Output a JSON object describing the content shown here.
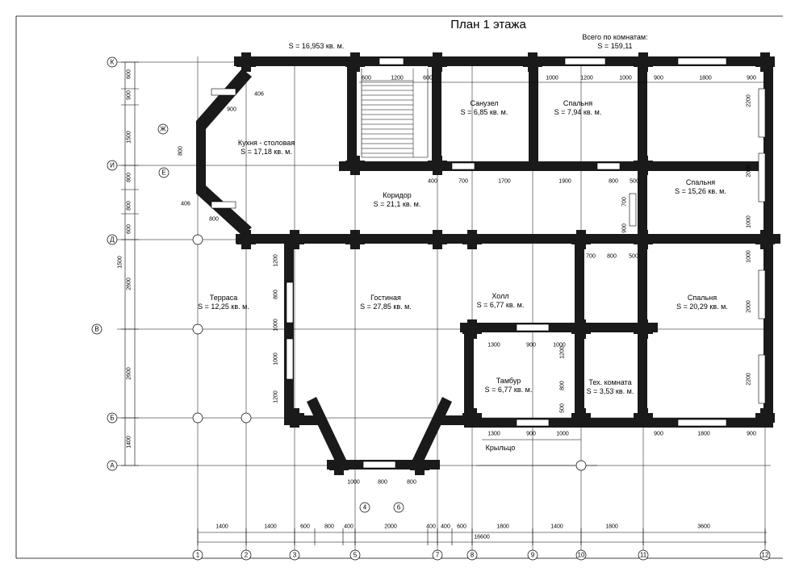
{
  "title": "План 1 этажа",
  "total": {
    "line1": "Всего по комнатам:",
    "line2": "S = 159,11"
  },
  "kitchen_area_top": "S = 16,953 кв. м.",
  "rooms": [
    {
      "id": "kitchen",
      "name": "Кухня - столовая",
      "area": "S = 17,18 кв. м."
    },
    {
      "id": "bath",
      "name": "Санузел",
      "area": "S = 6,85 кв. м."
    },
    {
      "id": "bed1",
      "name": "Спальня",
      "area": "S = 7,94 кв. м."
    },
    {
      "id": "bed2",
      "name": "Спальня",
      "area": "S = 15,26 кв. м."
    },
    {
      "id": "corridor",
      "name": "Коридор",
      "area": "S = 21,1 кв. м."
    },
    {
      "id": "terrace",
      "name": "Терраса",
      "area": "S = 12,25 кв. м."
    },
    {
      "id": "living",
      "name": "Гостиная",
      "area": "S = 27,85 кв. м."
    },
    {
      "id": "hall",
      "name": "Холл",
      "area": "S = 6,77 кв. м."
    },
    {
      "id": "bed3",
      "name": "Спальня",
      "area": "S = 20,29 кв. м."
    },
    {
      "id": "tambour",
      "name": "Тамбур",
      "area": "S = 6,77 кв. м."
    },
    {
      "id": "tech",
      "name": "Тех. комната",
      "area": "S = 3,53 кв. м."
    }
  ],
  "porch": "Крыльцо",
  "axes_x": [
    "1",
    "2",
    "3",
    "5",
    "7",
    "8",
    "9",
    "10",
    "11",
    "12"
  ],
  "axes_y": [
    "К",
    "И",
    "Д",
    "В",
    "Б",
    "А"
  ],
  "axes_extra": [
    {
      "label": "4"
    },
    {
      "label": "6"
    },
    {
      "label": "Ж"
    },
    {
      "label": "Е"
    }
  ],
  "bottom_dims": [
    "1400",
    "1400",
    "600",
    "800",
    "400",
    "2000",
    "400",
    "400",
    "600",
    "1800",
    "1400",
    "1800",
    "3600"
  ],
  "overall_dim": "16600",
  "left_dims": [
    "1500",
    "2600",
    "2600",
    "1400"
  ],
  "left_dims_inner": [
    "600",
    "900",
    "1500",
    "800",
    "800",
    "600"
  ],
  "top_dims": [
    "600",
    "1200",
    "600",
    "1000",
    "1200",
    "1000",
    "900",
    "1800",
    "900"
  ],
  "wall_dims_mid": [
    "400",
    "700",
    "1700",
    "1900",
    "800",
    "500"
  ],
  "wall_dims_hall": [
    "1300",
    "900",
    "1000"
  ],
  "wall_dims_tambour": [
    "1300",
    "900",
    "1000"
  ],
  "wall_dims_right_bottom": [
    "900",
    "1800",
    "900"
  ],
  "wall_dims_bed": [
    "700",
    "800",
    "500"
  ],
  "right_vert_dims": [
    "2200",
    "2000",
    "1000",
    "1000",
    "2000",
    "2200"
  ],
  "living_vert_dims": [
    "1200",
    "800",
    "1000",
    "1000",
    "1200"
  ],
  "bay_dims": [
    "1000",
    "800",
    "800"
  ],
  "diag_dims": [
    "406",
    "900",
    "800",
    "406",
    "800"
  ],
  "tambour_vert_dims": [
    "1200",
    "800",
    "500"
  ],
  "stair_vert_dims": [
    "700",
    "900"
  ]
}
